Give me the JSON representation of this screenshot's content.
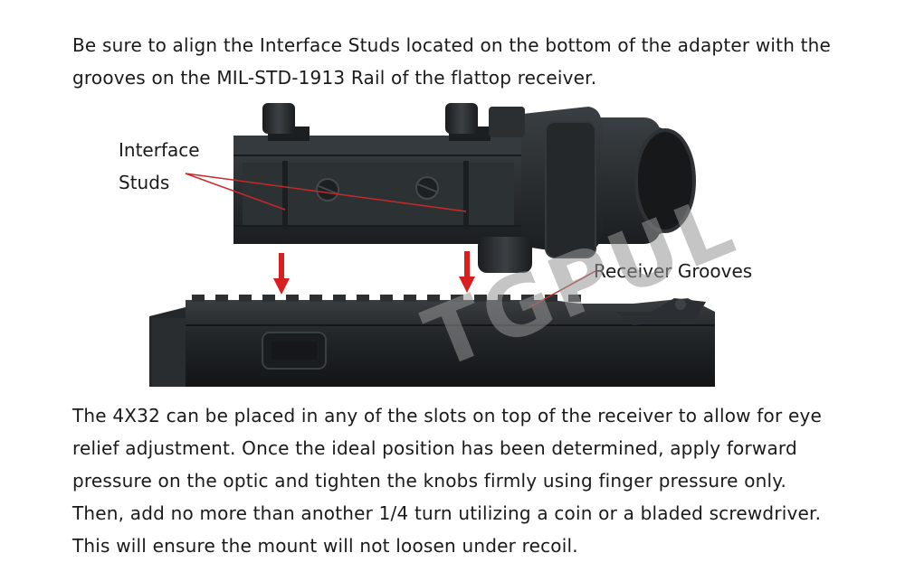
{
  "intro": {
    "lines": [
      "Be sure to align the Interface Studs located on the bottom of the adapter with the",
      "grooves on the MIL-STD-1913 Rail of the flattop receiver."
    ]
  },
  "figure": {
    "labels": {
      "interface_line1": "Interface",
      "interface_line2": "Studs",
      "receiver_grooves": "Receiver Grooves"
    },
    "watermark": "TGPUL",
    "colors": {
      "arrow": "#d81e1e",
      "scope_body": "#2a2e31",
      "receiver_body": "#1f2224",
      "leader_line": "#c42a2a"
    }
  },
  "outro": {
    "lines": [
      "The 4X32 can be placed in any of the slots on top of the receiver to allow for eye",
      "relief adjustment. Once the ideal position has been determined, apply forward",
      "pressure on the optic and tighten the knobs firmly using finger pressure only.",
      "Then, add no more than another 1/4 turn utilizing a coin or a bladed screwdriver.",
      "This will ensure the mount will not loosen under recoil."
    ]
  }
}
